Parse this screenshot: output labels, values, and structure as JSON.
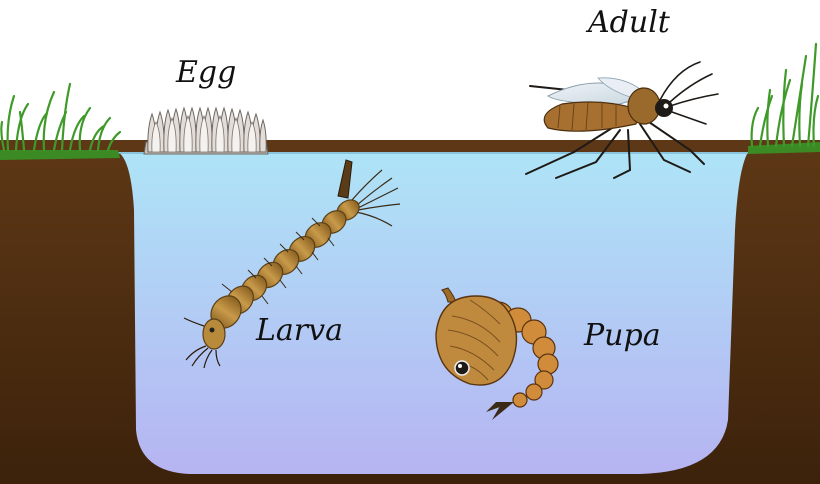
{
  "labels": {
    "egg": "Egg",
    "adult": "Adult",
    "larva": "Larva",
    "pupa": "Pupa"
  },
  "colors": {
    "soil": "#5a3515",
    "soil_dark": "#3b210a",
    "water_top": "#aee4f7",
    "water_bottom": "#b4b6f2",
    "grass": "#4aa030",
    "larva_body": "#b8873a",
    "pupa_body": "#c98a3a",
    "mosquito_body": "#a87030",
    "egg_raft": "#d9d4cf"
  }
}
